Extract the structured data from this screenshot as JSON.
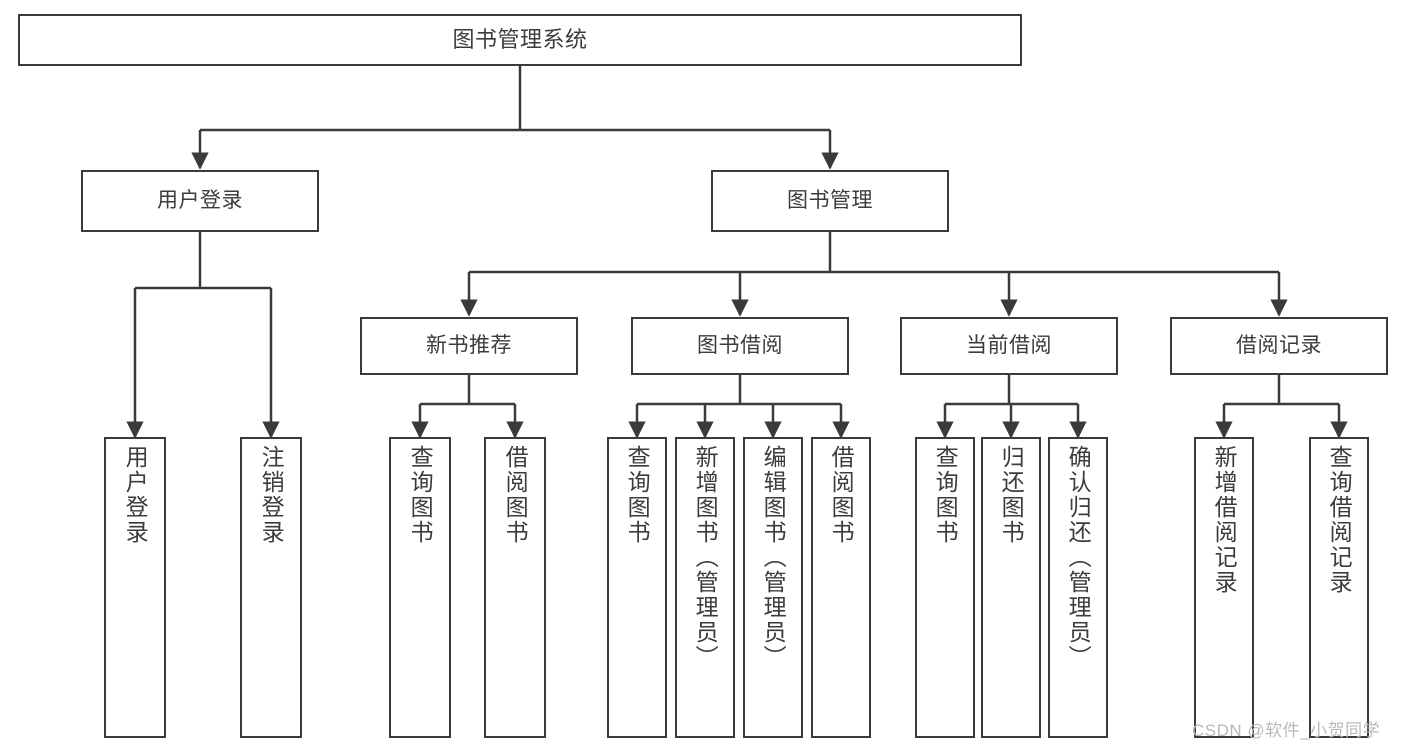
{
  "diagram": {
    "title": "图书管理系统",
    "type": "tree-hierarchy",
    "watermark": "CSDN @软件_小贺同学",
    "colors": {
      "stroke": "#3a3a3a",
      "fill": "#ffffff",
      "text": "#3c3c3c",
      "watermark": "#b9b9b9"
    },
    "levels": {
      "root": "图书管理系统",
      "level1": [
        "用户登录",
        "图书管理"
      ],
      "level2": [
        "新书推荐",
        "图书借阅",
        "当前借阅",
        "借阅记录"
      ],
      "leaves": [
        "用户登录",
        "注销登录",
        "查询图书",
        "借阅图书",
        "查询图书",
        "新增图书（管理员）",
        "编辑图书（管理员）",
        "借阅图书",
        "查询图书",
        "归还图书",
        "确认归还（管理员）",
        "新增借阅记录",
        "查询借阅记录"
      ]
    },
    "nodes": {
      "root": {
        "label": "图书管理系统"
      },
      "l1_user_login": {
        "label": "用户登录"
      },
      "l1_book_mgmt": {
        "label": "图书管理"
      },
      "l2_new_book": {
        "label": "新书推荐"
      },
      "l2_borrow": {
        "label": "图书借阅"
      },
      "l2_current": {
        "label": "当前借阅"
      },
      "l2_record": {
        "label": "借阅记录"
      },
      "leaf_user_login": {
        "label": "用户登录"
      },
      "leaf_logout": {
        "label": "注销登录"
      },
      "leaf_query_book_a": {
        "label": "查询图书"
      },
      "leaf_borrow_book_a": {
        "label": "借阅图书"
      },
      "leaf_query_book_b": {
        "label": "查询图书"
      },
      "leaf_add_book": {
        "label": "新增图书（管理员）"
      },
      "leaf_edit_book": {
        "label": "编辑图书（管理员）"
      },
      "leaf_borrow_book_b": {
        "label": "借阅图书"
      },
      "leaf_query_book_c": {
        "label": "查询图书"
      },
      "leaf_return_book": {
        "label": "归还图书"
      },
      "leaf_confirm_return": {
        "label": "确认归还（管理员）"
      },
      "leaf_add_record": {
        "label": "新增借阅记录"
      },
      "leaf_query_record": {
        "label": "查询借阅记录"
      }
    },
    "edges": [
      {
        "from": "root",
        "to": "l1_user_login"
      },
      {
        "from": "root",
        "to": "l1_book_mgmt"
      },
      {
        "from": "l1_user_login",
        "to": "leaf_user_login"
      },
      {
        "from": "l1_user_login",
        "to": "leaf_logout"
      },
      {
        "from": "l1_book_mgmt",
        "to": "l2_new_book"
      },
      {
        "from": "l1_book_mgmt",
        "to": "l2_borrow"
      },
      {
        "from": "l1_book_mgmt",
        "to": "l2_current"
      },
      {
        "from": "l1_book_mgmt",
        "to": "l2_record"
      },
      {
        "from": "l2_new_book",
        "to": "leaf_query_book_a"
      },
      {
        "from": "l2_new_book",
        "to": "leaf_borrow_book_a"
      },
      {
        "from": "l2_borrow",
        "to": "leaf_query_book_b"
      },
      {
        "from": "l2_borrow",
        "to": "leaf_add_book"
      },
      {
        "from": "l2_borrow",
        "to": "leaf_edit_book"
      },
      {
        "from": "l2_borrow",
        "to": "leaf_borrow_book_b"
      },
      {
        "from": "l2_current",
        "to": "leaf_query_book_c"
      },
      {
        "from": "l2_current",
        "to": "leaf_return_book"
      },
      {
        "from": "l2_current",
        "to": "leaf_confirm_return"
      },
      {
        "from": "l2_record",
        "to": "leaf_add_record"
      },
      {
        "from": "l2_record",
        "to": "leaf_query_record"
      }
    ]
  }
}
